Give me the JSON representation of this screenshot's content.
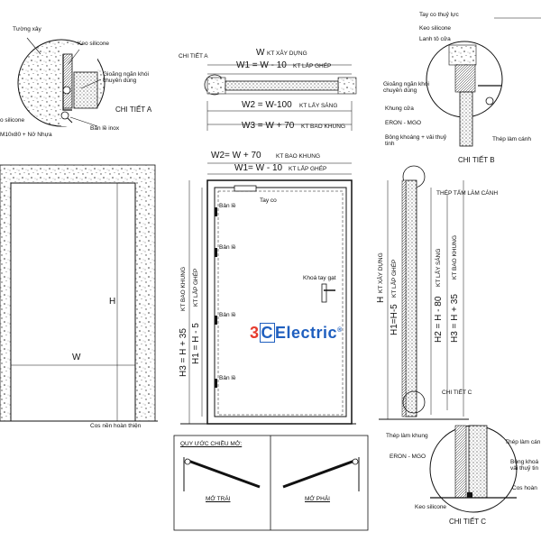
{
  "detail_a": {
    "wall": "Tường xây",
    "silicone": "Keo silicone",
    "gasket": "Gioăng ngăn khói chuyên dùng",
    "title": "CHI TIẾT A",
    "silicone2": "o silicone",
    "anchor": "M10x80 + Nở Nhựa",
    "hinge": "Bản lề inox"
  },
  "top_plan": {
    "label_a": "CHI TIẾT A",
    "w": "W",
    "w_sub": "KT XÂY DỰNG",
    "w1": "W1 = W - 10",
    "w1_sub": "KT LẮP GHÉP",
    "w2": "W2 = W-100",
    "w2_sub": "KT LẤY SÁNG",
    "w3": "W3 = W + 70",
    "w3_sub": "KT BAO KHUNG"
  },
  "detail_b": {
    "closer": "Tay co thuỷ lực",
    "silicone": "Keo silicone",
    "lintel": "Lanh tô cửa",
    "gasket": "Gioăng ngăn khói chuyên dùng",
    "frame": "Khung cửa",
    "eron": "ERON - MGO",
    "wool": "Bông khoáng + vải thuỷ tinh",
    "leaf": "Thép làm cánh",
    "title": "CHI TIẾT B",
    "panel": "THÉP TẤM LÀM CÁNH"
  },
  "opening": {
    "h": "H",
    "w": "W",
    "floor": "Cos nền hoàn thiện"
  },
  "elevation": {
    "w2": "W2= W + 70",
    "w2_sub": "KT BAO KHUNG",
    "w1": "W1= W - 10",
    "w1_sub": "KT LẮP GHÉP",
    "closer": "Tay co",
    "hinges": [
      "Bản lề",
      "Bản lề",
      "Bản lề",
      "Bản lề"
    ],
    "lock": "Khoá tay gạt",
    "h3": "H3 = H + 35",
    "h3_sub": "KT BAO KHUNG",
    "h1": "H1 = H - 5",
    "h1_sub": "KT LẮP GHÉP"
  },
  "section": {
    "h": "H",
    "h_sub": "KT XÂY DỰNG",
    "h1": "H1=H-5",
    "h1_sub": "KT LẮP GHÉP",
    "h2": "H2 = H - 80",
    "h2_sub": "KT LẤY SÁNG",
    "h3": "H3 = H + 35",
    "h3_sub": "KT BAO KHUNG",
    "label_c": "CHI TIẾT C"
  },
  "logo": {
    "num": "3",
    "c": "C",
    "rest": "Electric",
    "reg": "®"
  },
  "legend": {
    "title": "QUY ƯỚC CHIỀU MỞ:",
    "left": "MỞ TRÁI",
    "right": "MỞ PHẢI"
  },
  "detail_c": {
    "frame_steel": "Thép làm khung",
    "eron": "ERON - MGO",
    "leaf_steel": "Thép làm cán",
    "wool": "Bông khoá vải thuỷ tin",
    "floor": "Cos hoàn",
    "silicone": "Keo silicone",
    "title": "CHI TIẾT C"
  }
}
